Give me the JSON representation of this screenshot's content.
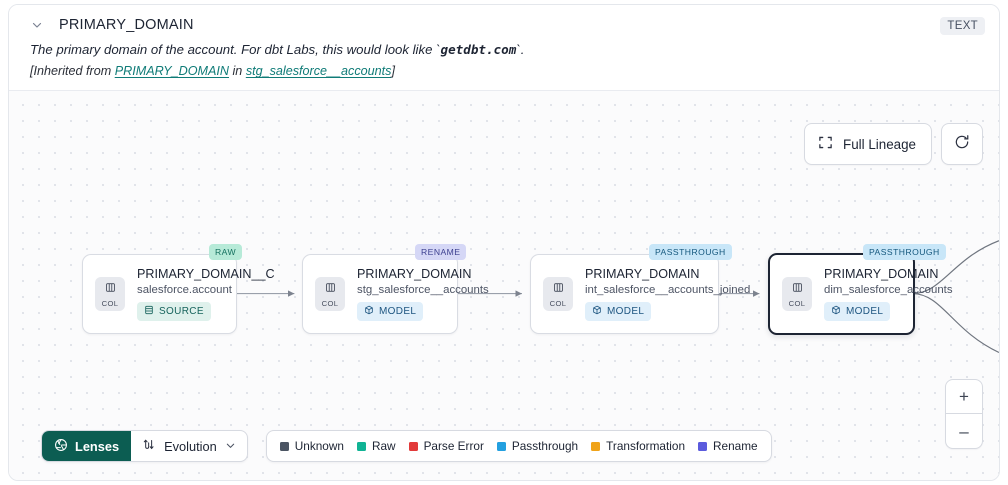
{
  "header": {
    "collapse_icon": "chevron-down-icon",
    "title": "PRIMARY_DOMAIN",
    "type_badge": "TEXT",
    "description_pre": "The primary domain of the account. For dbt Labs, this would look like `",
    "description_code": "getdbt.com",
    "description_post": "`.",
    "inherited_prefix": "[Inherited from ",
    "inherited_column_link": "PRIMARY_DOMAIN",
    "inherited_mid": " in ",
    "inherited_model_link": "stg_salesforce__accounts",
    "inherited_suffix": "]"
  },
  "canvas_controls": {
    "full_lineage_label": "Full Lineage",
    "full_lineage_icon": "expand-corners-icon",
    "refresh_icon": "refresh-icon",
    "zoom_in_label": "+",
    "zoom_out_label": "–"
  },
  "graph": {
    "nodes": [
      {
        "id": "node-1",
        "top_badge": "RAW",
        "top_badge_style": "tb-raw",
        "chip_icon": "column-icon",
        "chip_label": "COL",
        "title": "PRIMARY_DOMAIN__C",
        "subtitle": "salesforce.account",
        "type_label": "SOURCE",
        "type_icon": "database-icon",
        "type_style": "type-source",
        "selected": false
      },
      {
        "id": "node-2",
        "top_badge": "RENAME",
        "top_badge_style": "tb-ren",
        "chip_icon": "column-icon",
        "chip_label": "COL",
        "title": "PRIMARY_DOMAIN",
        "subtitle": "stg_salesforce__accounts",
        "type_label": "MODEL",
        "type_icon": "cube-icon",
        "type_style": "type-model",
        "selected": false
      },
      {
        "id": "node-3",
        "top_badge": "PASSTHROUGH",
        "top_badge_style": "tb-pass",
        "chip_icon": "column-icon",
        "chip_label": "COL",
        "title": "PRIMARY_DOMAIN",
        "subtitle": "int_salesforce__accounts_joined",
        "type_label": "MODEL",
        "type_icon": "cube-icon",
        "type_style": "type-model",
        "selected": false
      },
      {
        "id": "node-4",
        "top_badge": "PASSTHROUGH",
        "top_badge_style": "tb-pass",
        "chip_icon": "column-icon",
        "chip_label": "COL",
        "title": "PRIMARY_DOMAIN",
        "subtitle": "dim_salesforce_accounts",
        "type_label": "MODEL",
        "type_icon": "cube-icon",
        "type_style": "type-model",
        "selected": true
      }
    ]
  },
  "bottom_bar": {
    "lenses_label": "Lenses",
    "lenses_icon": "aperture-icon",
    "evolution_label": "Evolution",
    "evolution_icon": "evolution-arrows-icon",
    "evolution_caret": "chevron-down-icon",
    "legend": [
      {
        "label": "Unknown",
        "color": "#4b5563"
      },
      {
        "label": "Raw",
        "color": "#10b394"
      },
      {
        "label": "Parse Error",
        "color": "#e23a3a"
      },
      {
        "label": "Passthrough",
        "color": "#23a0e0"
      },
      {
        "label": "Transformation",
        "color": "#f0a319"
      },
      {
        "label": "Rename",
        "color": "#5b5bdd"
      }
    ]
  }
}
